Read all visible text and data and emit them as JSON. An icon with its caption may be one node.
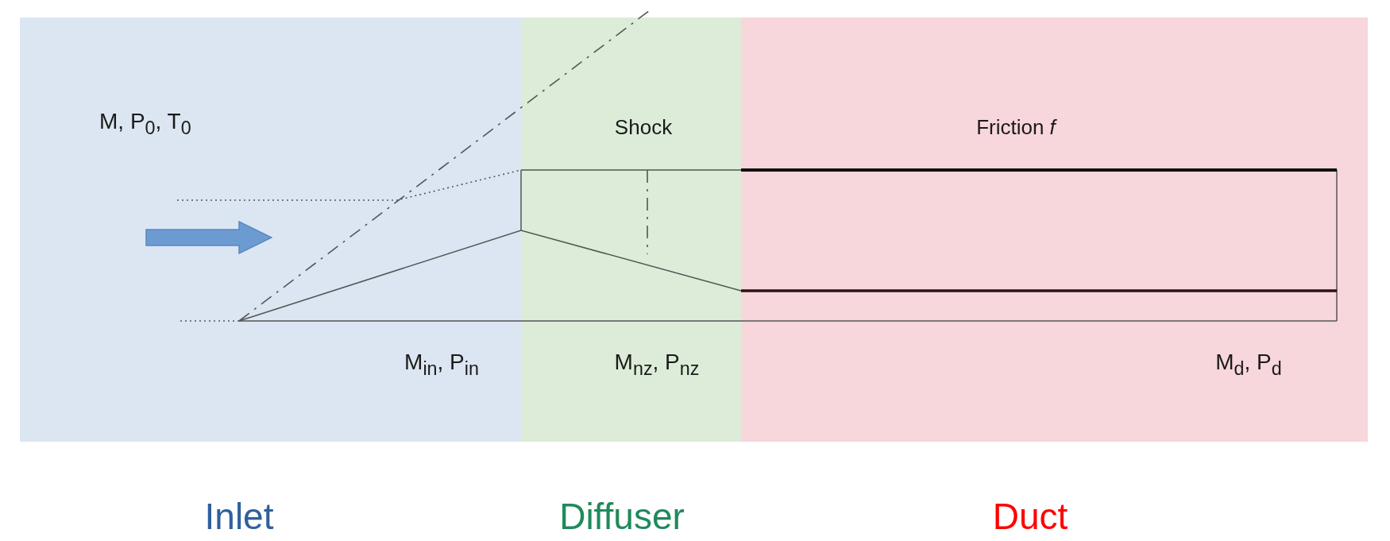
{
  "diagram": {
    "nodes": [
      {
        "text": [
          "Inlet"
        ]
      },
      {
        "text": [
          "Diffuser"
        ]
      },
      {
        "text": [
          "Duct"
        ]
      }
    ],
    "labels": [
      "M, P$_{0}$, T$_{0}$",
      "Shock",
      "Friction *f*",
      "M$_{in}$, P$_{in}$",
      "M$_{nz}$, P$_{nz}$",
      "M$_{d}$, P$_{d}$"
    ]
  }
}
